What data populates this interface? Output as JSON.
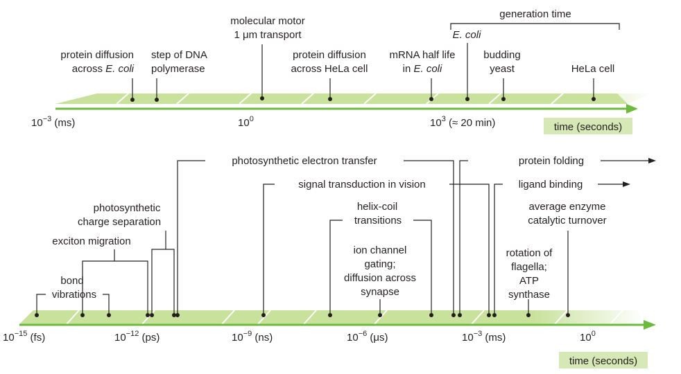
{
  "top_timeline": {
    "band_color": "#c8e19b",
    "arrow_color": "#6cbb3c",
    "tick_labels": {
      "ms": {
        "base": "10",
        "exp": "−3",
        "suffix": " (ms)"
      },
      "s": {
        "base": "10",
        "exp": "0",
        "suffix": ""
      },
      "ks": {
        "base": "10",
        "exp": "3",
        "suffix": " (≈ 20 min)"
      }
    },
    "axis_title": "time (seconds)",
    "generation_time": "generation time",
    "labels": {
      "protein_diffusion_ecoli_1": "protein diffusion",
      "protein_diffusion_ecoli_2": "across ",
      "protein_diffusion_ecoli_2i": "E. coli",
      "dna_pol_1": "step of DNA",
      "dna_pol_2": "polymerase",
      "motor_1": "molecular motor",
      "motor_2": "1 μm transport",
      "hela_diff_1": "protein diffusion",
      "hela_diff_2": "across HeLa cell",
      "mrna_1": "mRNA half life",
      "mrna_2": "in ",
      "mrna_2i": "E. coli",
      "ecoli_gen": "E. coli",
      "budding_1": "budding",
      "budding_2": "yeast",
      "hela_cell": "HeLa cell"
    }
  },
  "bottom_timeline": {
    "band_color": "#c8e19b",
    "arrow_color": "#6cbb3c",
    "tick_labels": {
      "fs": {
        "base": "10",
        "exp": "−15",
        "suffix": " (fs)"
      },
      "ps": {
        "base": "10",
        "exp": "−12",
        "suffix": " (ps)"
      },
      "ns": {
        "base": "10",
        "exp": "−9",
        "suffix": " (ns)"
      },
      "us": {
        "base": "10",
        "exp": "−6",
        "suffix": " (μs)"
      },
      "ms": {
        "base": "10",
        "exp": "−3",
        "suffix": " (ms)"
      },
      "s": {
        "base": "10",
        "exp": "0",
        "suffix": ""
      }
    },
    "axis_title": "time (seconds)",
    "labels": {
      "electron_transfer": "photosynthetic electron transfer",
      "protein_folding": "protein folding",
      "signal_vision": "signal transduction in vision",
      "ligand_binding": "ligand binding",
      "charge_sep_1": "photosynthetic",
      "charge_sep_2": "charge separation",
      "exciton": "exciton migration",
      "bond_1": "bond",
      "bond_2": "vibrations",
      "helix_1": "helix-coil",
      "helix_2": "transitions",
      "ion_1": "ion channel",
      "ion_2": "gating;",
      "ion_3": "diffusion across",
      "ion_4": "synapse",
      "enzyme_1": "average enzyme",
      "enzyme_2": "catalytic turnover",
      "flag_1": "rotation of",
      "flag_2": "flagella;",
      "flag_3": "ATP",
      "flag_4": "synthase"
    }
  }
}
